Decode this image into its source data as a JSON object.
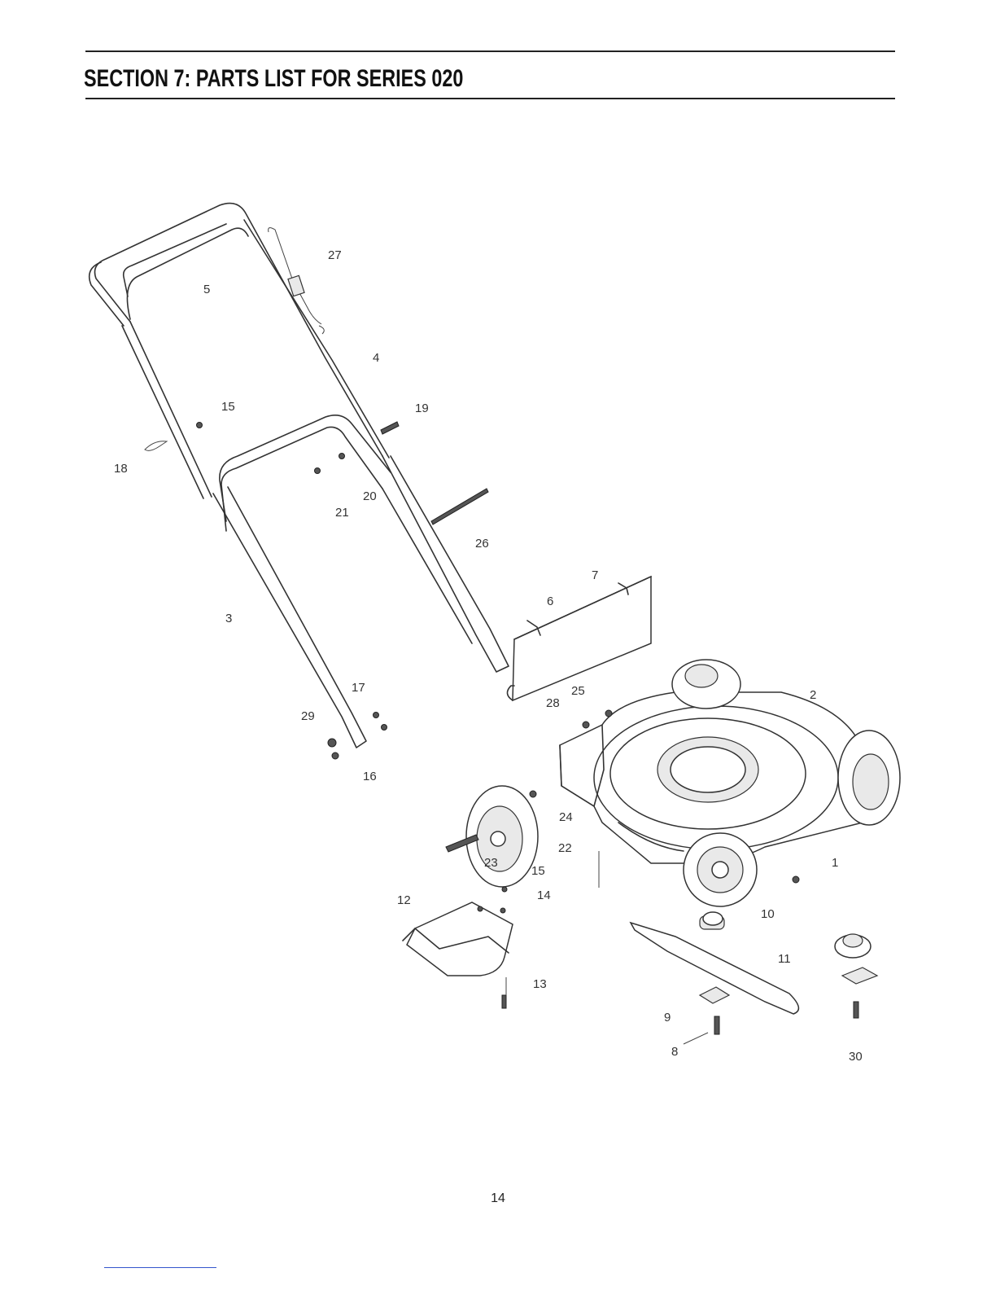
{
  "page": {
    "heading": "SECTION 7:  PARTS LIST FOR SERIES 020",
    "page_number": "14"
  },
  "diagram": {
    "callouts": [
      "27",
      "5",
      "4",
      "15",
      "19",
      "18",
      "20",
      "21",
      "26",
      "7",
      "6",
      "3",
      "17",
      "25",
      "28",
      "2",
      "29",
      "16",
      "24",
      "22",
      "1",
      "23",
      "15",
      "14",
      "12",
      "10",
      "11",
      "13",
      "9",
      "8",
      "30"
    ]
  }
}
